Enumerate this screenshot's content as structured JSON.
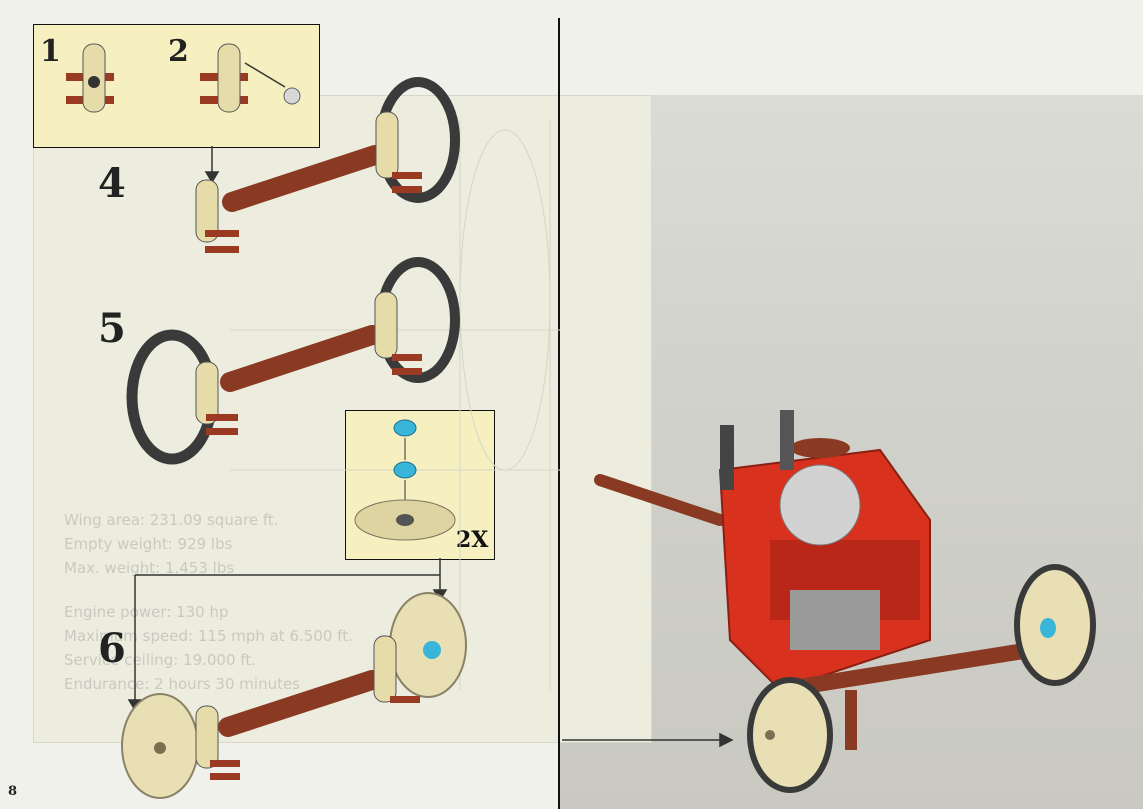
{
  "page": {
    "number": "8"
  },
  "substeps": [
    {
      "number": "1"
    },
    {
      "number": "2"
    }
  ],
  "steps": [
    {
      "number": "4"
    },
    {
      "number": "5"
    },
    {
      "number": "6"
    }
  ],
  "callout": {
    "multiplier": "2X"
  },
  "specs": {
    "group1": [
      "Wing area: 231.09 square ft.",
      "Empty weight: 929 lbs",
      "Max. weight: 1.453 lbs"
    ],
    "group2": [
      "Engine power: 130 hp",
      "Maximum speed: 115 mph at 6.500 ft.",
      "Service ceiling: 19.000 ft.",
      "Endurance: 2 hours 30 minutes"
    ]
  },
  "colors": {
    "accent_red": "#d8321f",
    "rod_brown": "#8a3a22",
    "wheel_dark": "#3a3a3a",
    "tan": "#e8dfb4",
    "box_yellow": "#f6efc0"
  }
}
